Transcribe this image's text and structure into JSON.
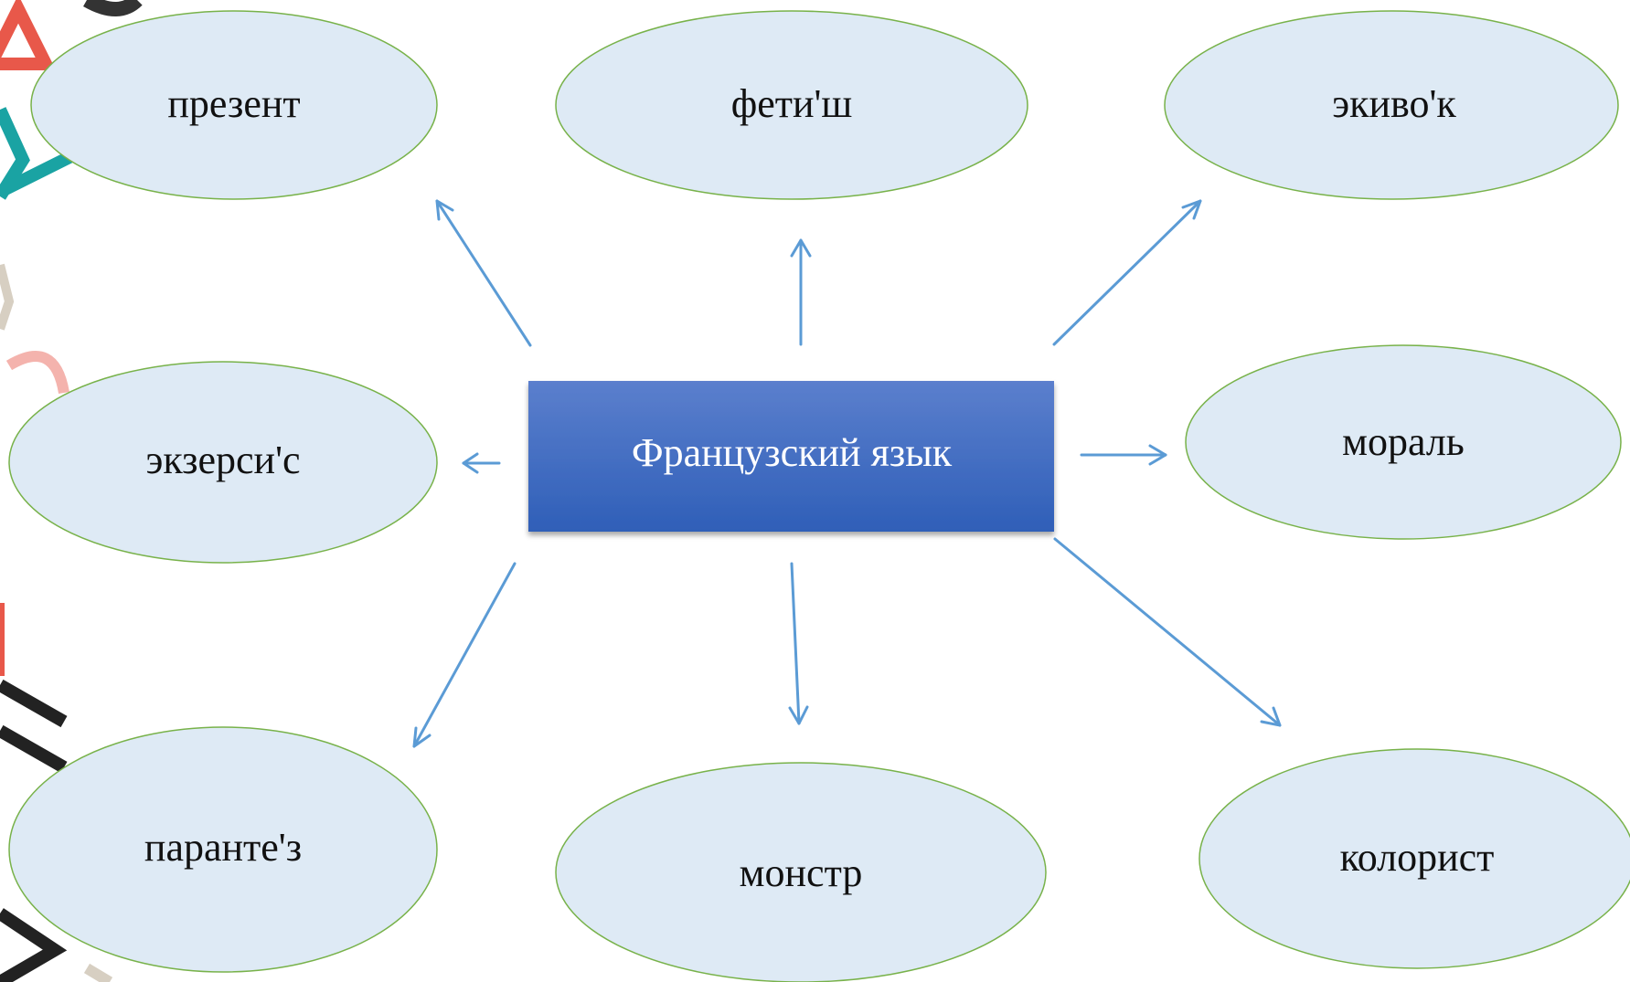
{
  "diagram": {
    "center": {
      "label": "Французский язык"
    },
    "nodes": [
      {
        "id": "present",
        "label": "презент"
      },
      {
        "id": "fetish",
        "label": "фети'ш"
      },
      {
        "id": "ekivok",
        "label": "экиво'к"
      },
      {
        "id": "ekzersis",
        "label": "экзерси'с"
      },
      {
        "id": "moral",
        "label": "мораль"
      },
      {
        "id": "parantez",
        "label": "паранте'з"
      },
      {
        "id": "monstr",
        "label": "монстр"
      },
      {
        "id": "kolorist",
        "label": "колорист"
      }
    ]
  },
  "colors": {
    "ellipse_fill": "#deeaf5",
    "ellipse_stroke": "#78b24a",
    "center_top": "#5b7fcd",
    "center_bottom": "#2f5fb8",
    "arrow": "#5b9bd5"
  }
}
